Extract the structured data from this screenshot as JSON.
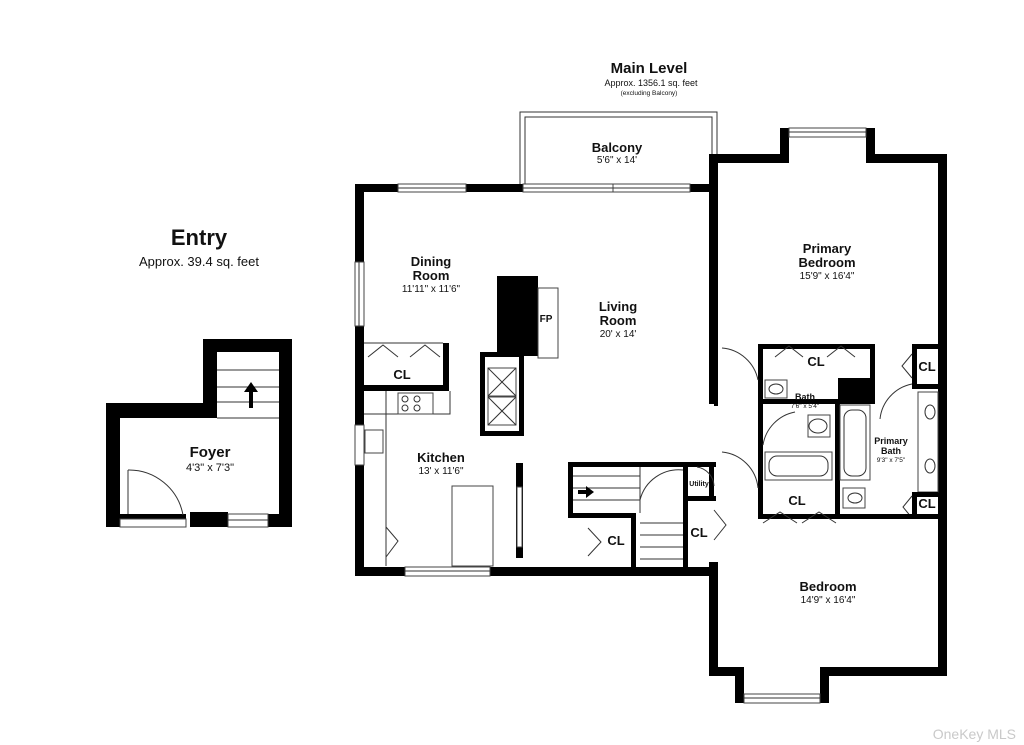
{
  "main_level": {
    "title": "Main Level",
    "area": "Approx. 1356.1 sq. feet",
    "note": "(excluding Balcony)"
  },
  "entry": {
    "title": "Entry",
    "area": "Approx. 39.4 sq. feet"
  },
  "rooms": {
    "foyer": {
      "name": "Foyer",
      "dims": "4'3\" x 7'3\""
    },
    "balcony": {
      "name": "Balcony",
      "dims": "5'6\" x 14'"
    },
    "dining": {
      "name1": "Dining",
      "name2": "Room",
      "dims": "11'11\" x 11'6\""
    },
    "living": {
      "name1": "Living",
      "name2": "Room",
      "dims": "20' x 14'"
    },
    "kitchen": {
      "name": "Kitchen",
      "dims": "13' x 11'6\""
    },
    "primary_bedroom": {
      "name1": "Primary",
      "name2": "Bedroom",
      "dims": "15'9\" x 16'4\""
    },
    "bath": {
      "name": "Bath",
      "dims": "7'6\" x 5'4\""
    },
    "primary_bath": {
      "name1": "Primary",
      "name2": "Bath",
      "dims": "9'3\" x 7'5\""
    },
    "bedroom": {
      "name": "Bedroom",
      "dims": "14'9\" x 16'4\""
    }
  },
  "labels": {
    "fireplace": "FP",
    "closet": "CL",
    "utility": "Utility"
  },
  "watermark": "OneKey MLS"
}
